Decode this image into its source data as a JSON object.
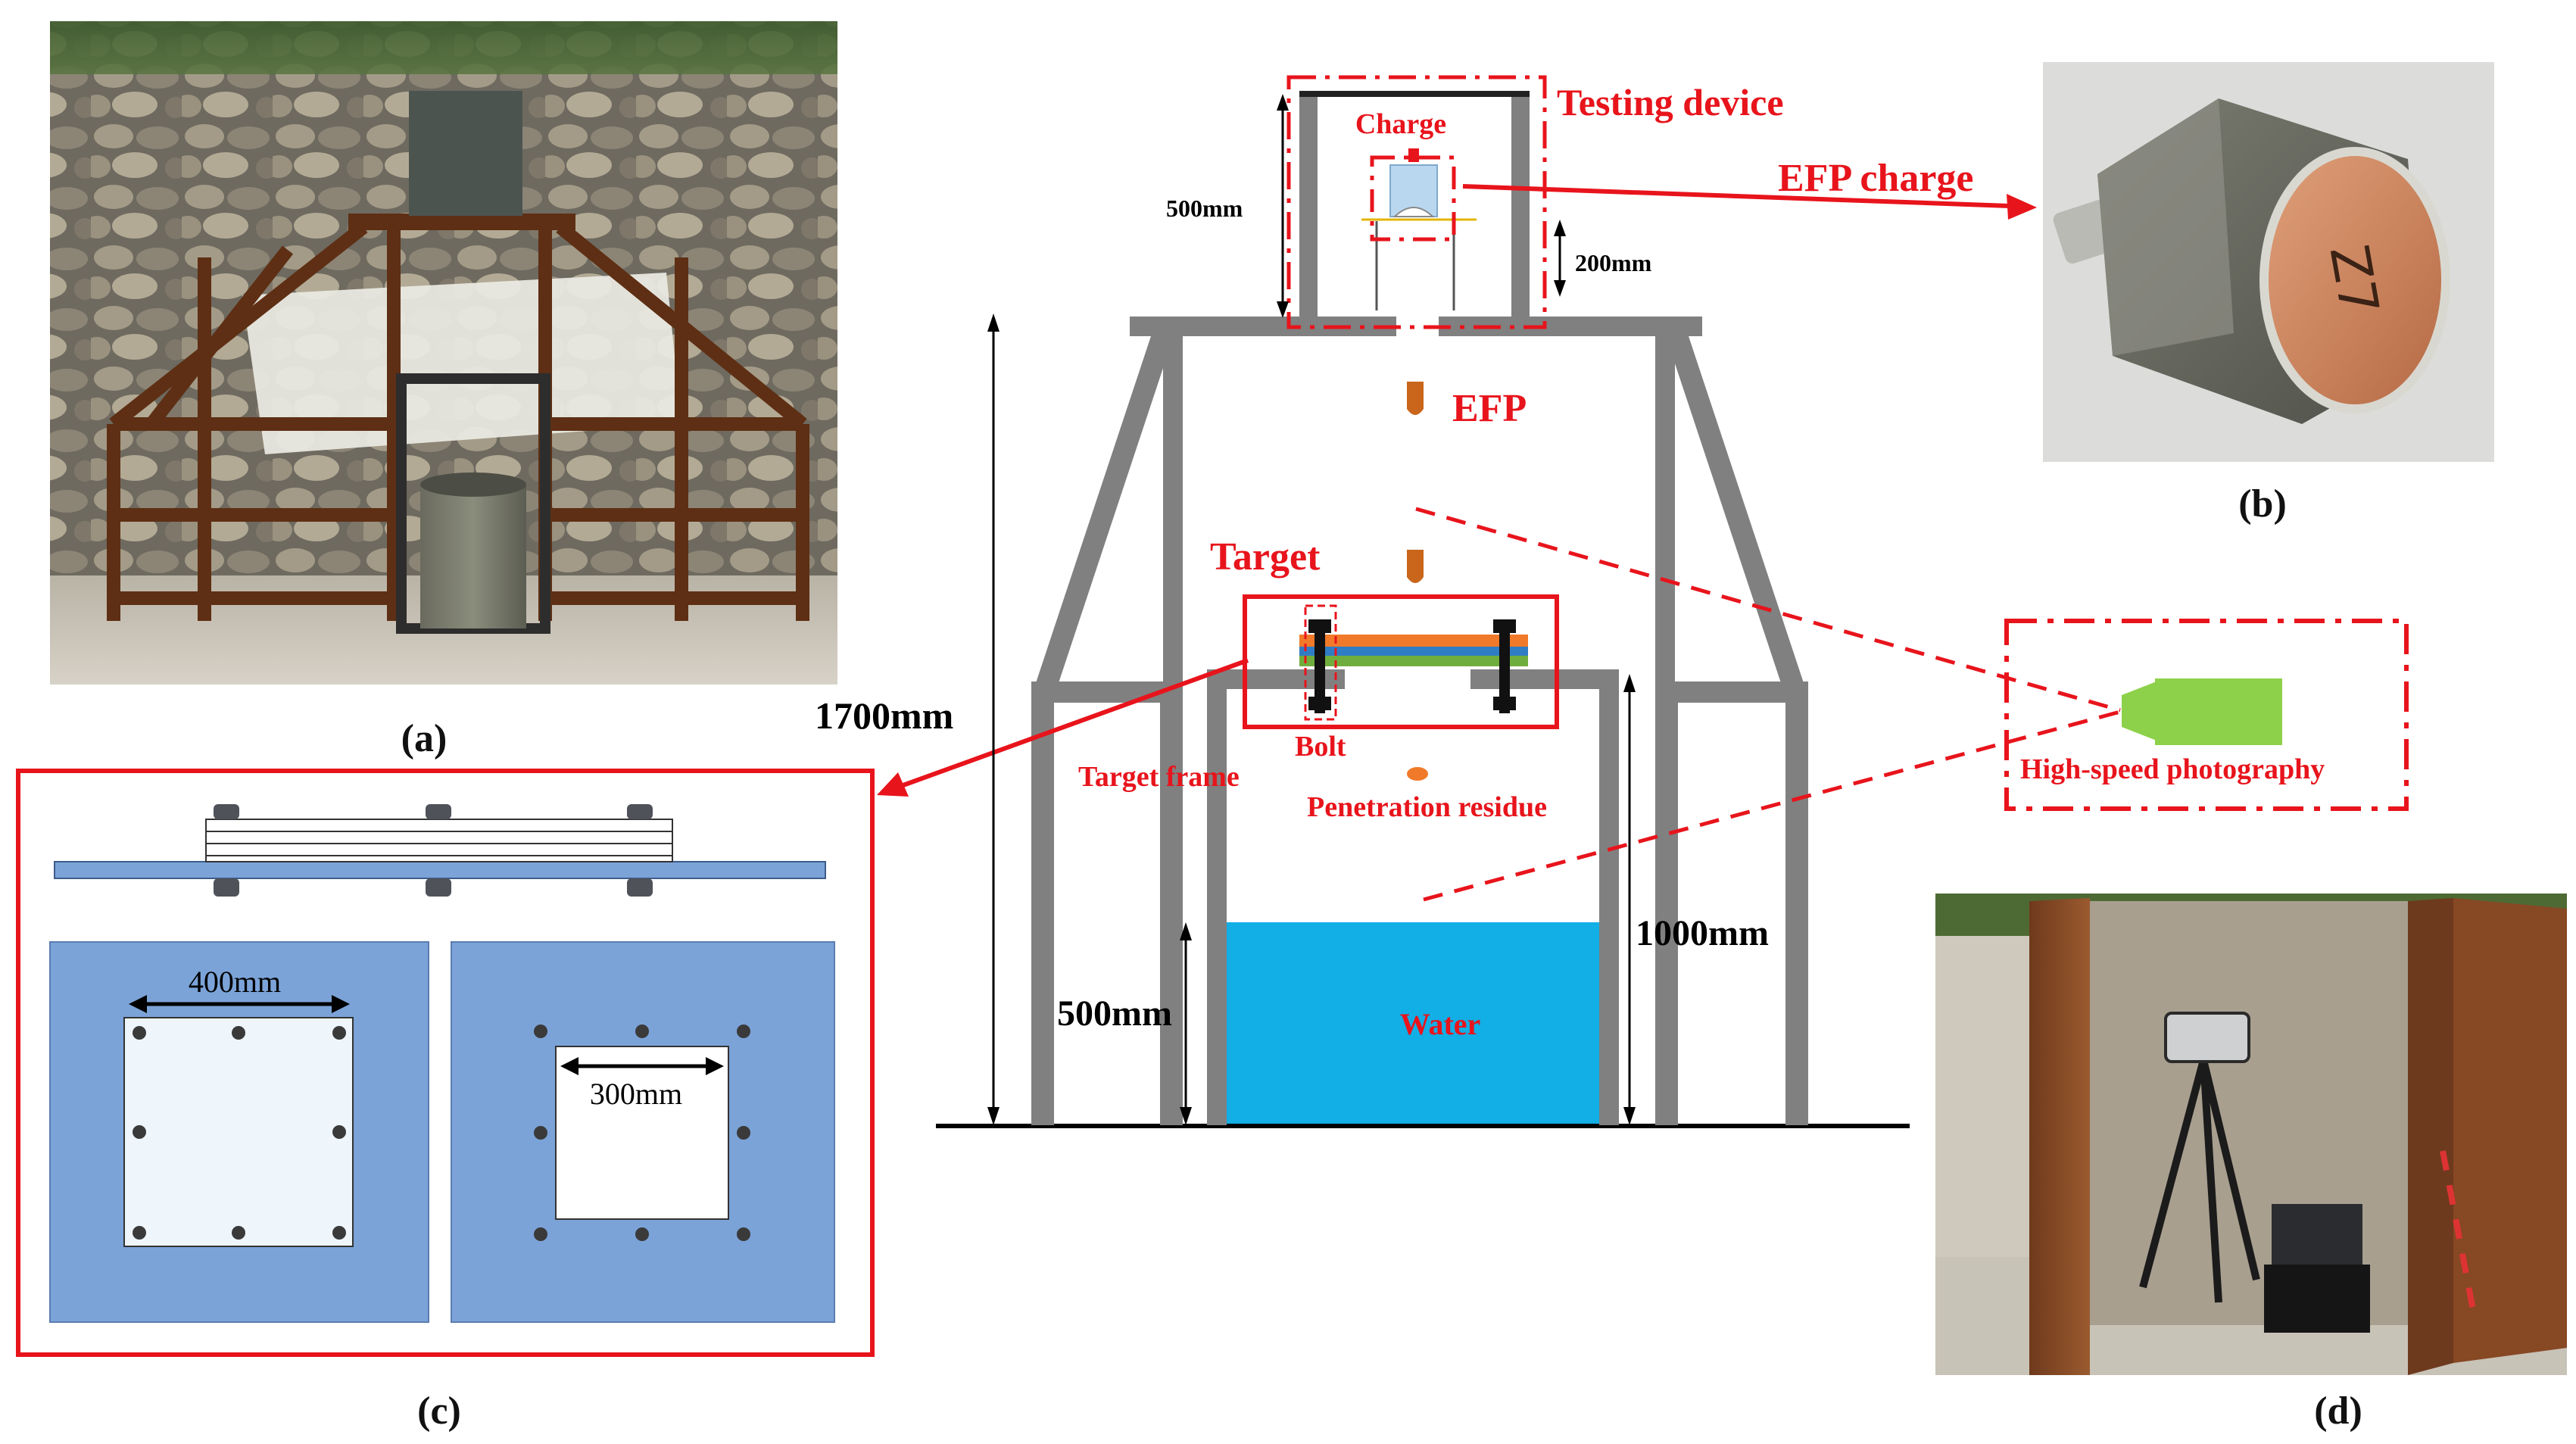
{
  "panels": {
    "a": "(a)",
    "b": "(b)",
    "c": "(c)",
    "d": "(d)"
  },
  "setup": {
    "testing_device": "Testing device",
    "charge": "Charge",
    "efp_charge": "EFP charge",
    "efp": "EFP",
    "target": "Target",
    "bolt": "Bolt",
    "target_frame": "Target frame",
    "penetration_residue": "Penetration residue",
    "water": "Water",
    "high_speed_photography": "High-speed photography"
  },
  "dimensions": {
    "d500_device": "500mm",
    "d200": "200mm",
    "d1700": "1700mm",
    "d1000": "1000mm",
    "d500_water": "500mm",
    "d400": "400mm",
    "d300": "300mm"
  },
  "photo_labels": {
    "efp_charge_marking": "Z7"
  },
  "colors": {
    "annotation_red": "#e8141c",
    "frame_gray": "#808080",
    "water_blue": "#12aee6",
    "plate_blue": "#7ba3d8",
    "efp_copper": "#c9661c",
    "camera_green": "#8dd14a",
    "plate_orange": "#f07a2a",
    "plate_green": "#6fae3e"
  }
}
